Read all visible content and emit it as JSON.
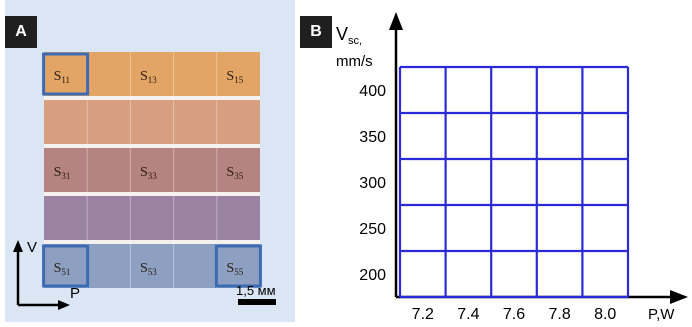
{
  "panel_a": {
    "label": "A",
    "axis_vertical": "V",
    "axis_horizontal": "P",
    "scale_bar": "1,5 мм",
    "samples": [
      {
        "id": "S11",
        "base": "S",
        "sub": "11",
        "highlighted": true
      },
      {
        "id": "S13",
        "base": "S",
        "sub": "13",
        "highlighted": false
      },
      {
        "id": "S15",
        "base": "S",
        "sub": "15",
        "highlighted": false
      },
      {
        "id": "S31",
        "base": "S",
        "sub": "31",
        "highlighted": false
      },
      {
        "id": "S33",
        "base": "S",
        "sub": "33",
        "highlighted": false
      },
      {
        "id": "S35",
        "base": "S",
        "sub": "35",
        "highlighted": false
      },
      {
        "id": "S51",
        "base": "S",
        "sub": "51",
        "highlighted": true
      },
      {
        "id": "S53",
        "base": "S",
        "sub": "53",
        "highlighted": false
      },
      {
        "id": "S55",
        "base": "S",
        "sub": "55",
        "highlighted": true
      }
    ],
    "row_colors": [
      "#e3a566",
      "#d89e80",
      "#b58382",
      "#9a82a3",
      "#8da0c2"
    ],
    "background_color": "#dae6f3",
    "highlight_color": "#3d6bb3"
  },
  "panel_b": {
    "label": "B",
    "y_label_line1": "V",
    "y_label_sub": "sc,",
    "y_label_line2": "mm/s",
    "x_label": "P,W",
    "y_ticks": [
      "400",
      "350",
      "300",
      "250",
      "200"
    ],
    "x_ticks": [
      "7.2",
      "7.4",
      "7.6",
      "7.8",
      "8.0"
    ],
    "grid_color": "#2a2ad6"
  }
}
